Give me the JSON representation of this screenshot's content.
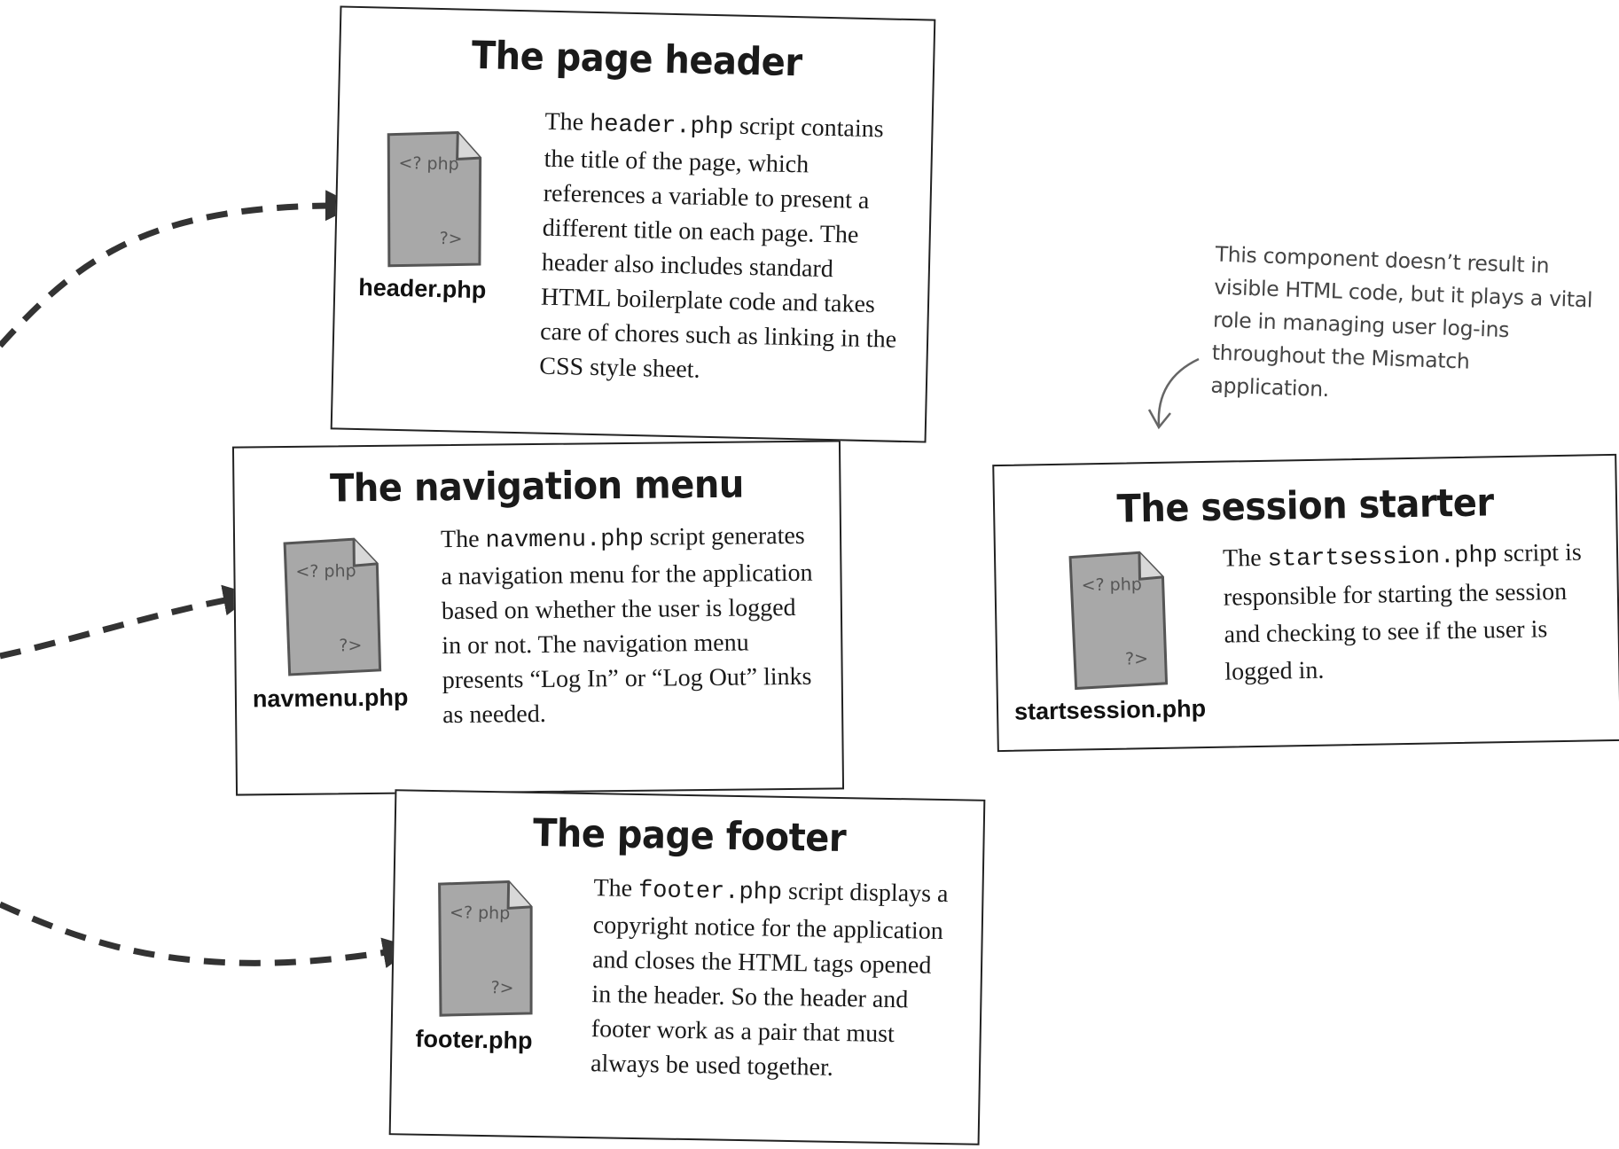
{
  "header_box": {
    "title": "The page header",
    "filename": "header.php",
    "icon_open": "<? php",
    "icon_close": "?>",
    "desc_pre": "The ",
    "desc_code": "header.php",
    "desc_post": " script contains the title of the page, which references a variable to present a different title on each page. The header also includes standard HTML boilerplate code and takes care of chores such as linking in the CSS style sheet."
  },
  "navmenu_box": {
    "title": "The navigation menu",
    "filename": "navmenu.php",
    "icon_open": "<? php",
    "icon_close": "?>",
    "desc_pre": "The ",
    "desc_code": "navmenu.php",
    "desc_post": " script generates a navigation menu for the application based on whether the user is logged in or not. The navigation menu presents “Log In” or “Log Out” links as needed."
  },
  "footer_box": {
    "title": "The page footer",
    "filename": "footer.php",
    "icon_open": "<? php",
    "icon_close": "?>",
    "desc_pre": "The ",
    "desc_code": "footer.php",
    "desc_post": " script displays a copyright notice for the application and closes the HTML tags opened in the header. So the header and footer work as a pair that must always be used together."
  },
  "session_box": {
    "title": "The session starter",
    "filename": "startsession.php",
    "icon_open": "<? php",
    "icon_close": "?>",
    "desc_pre": "The ",
    "desc_code": "startsession.php",
    "desc_post": " script is responsible for starting the session and checking to see if the user is logged in."
  },
  "annotation": {
    "text": "This component doesn’t result in visible HTML code, but it plays a vital role in managing user log-ins throughout the Mismatch application."
  },
  "icons": {
    "file": "php-file-icon",
    "arrow": "dashed-arrow-icon",
    "pointer": "curved-pointer-arrow-icon"
  },
  "colors": {
    "border": "#222222",
    "icon_fill": "#a8a8a8",
    "annotation_text": "#444444"
  }
}
